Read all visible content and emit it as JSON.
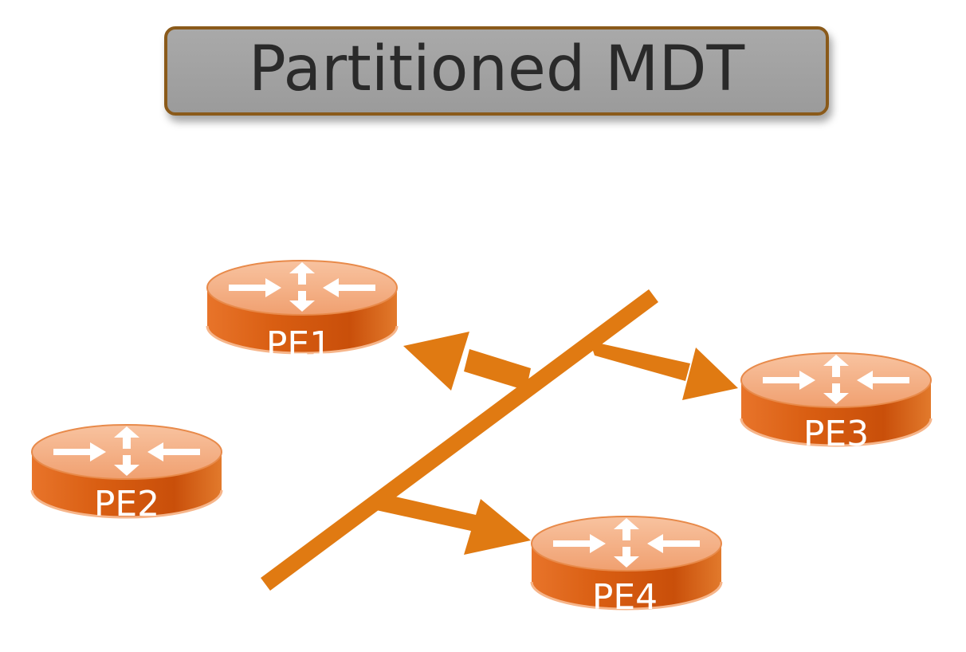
{
  "title": "Partitioned MDT",
  "colors": {
    "accent": "#e07a12",
    "router_top": "#f2a878",
    "router_side": "#e06a1c",
    "title_bg": "#a3a3a3",
    "title_border": "#8a5a1a"
  },
  "routers": [
    {
      "id": "pe1",
      "label": "PE1"
    },
    {
      "id": "pe2",
      "label": "PE2"
    },
    {
      "id": "pe3",
      "label": "PE3"
    },
    {
      "id": "pe4",
      "label": "PE4"
    }
  ],
  "tree": {
    "arrows": [
      {
        "to": "PE1"
      },
      {
        "to": "PE3"
      },
      {
        "to": "PE4"
      }
    ]
  }
}
